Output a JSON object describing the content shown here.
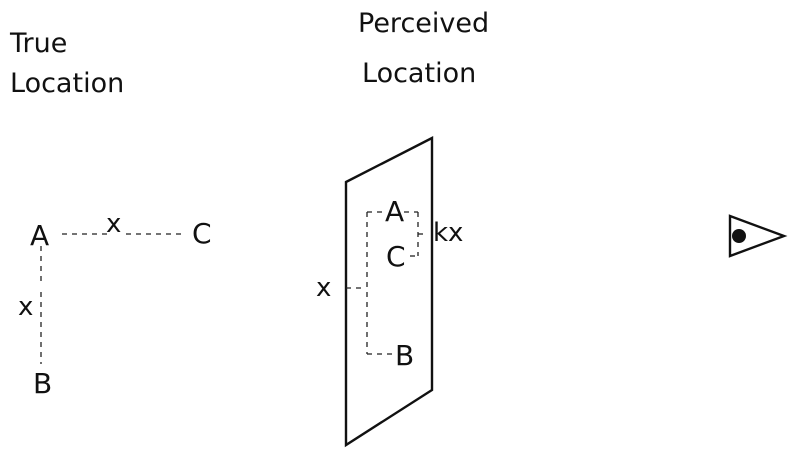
{
  "headings": {
    "true_location": [
      "True",
      "Location"
    ],
    "perceived_location": [
      "Perceived",
      "Location"
    ]
  },
  "true_points": {
    "a": "A",
    "b": "B",
    "c": "C"
  },
  "true_distances": {
    "horizontal": "x",
    "vertical": "x"
  },
  "perceived_points": {
    "a": "A",
    "b": "B",
    "c": "C"
  },
  "perceived_distances": {
    "vertical": "x",
    "small": "kx"
  },
  "icons": {
    "viewer": "eye-icon"
  }
}
